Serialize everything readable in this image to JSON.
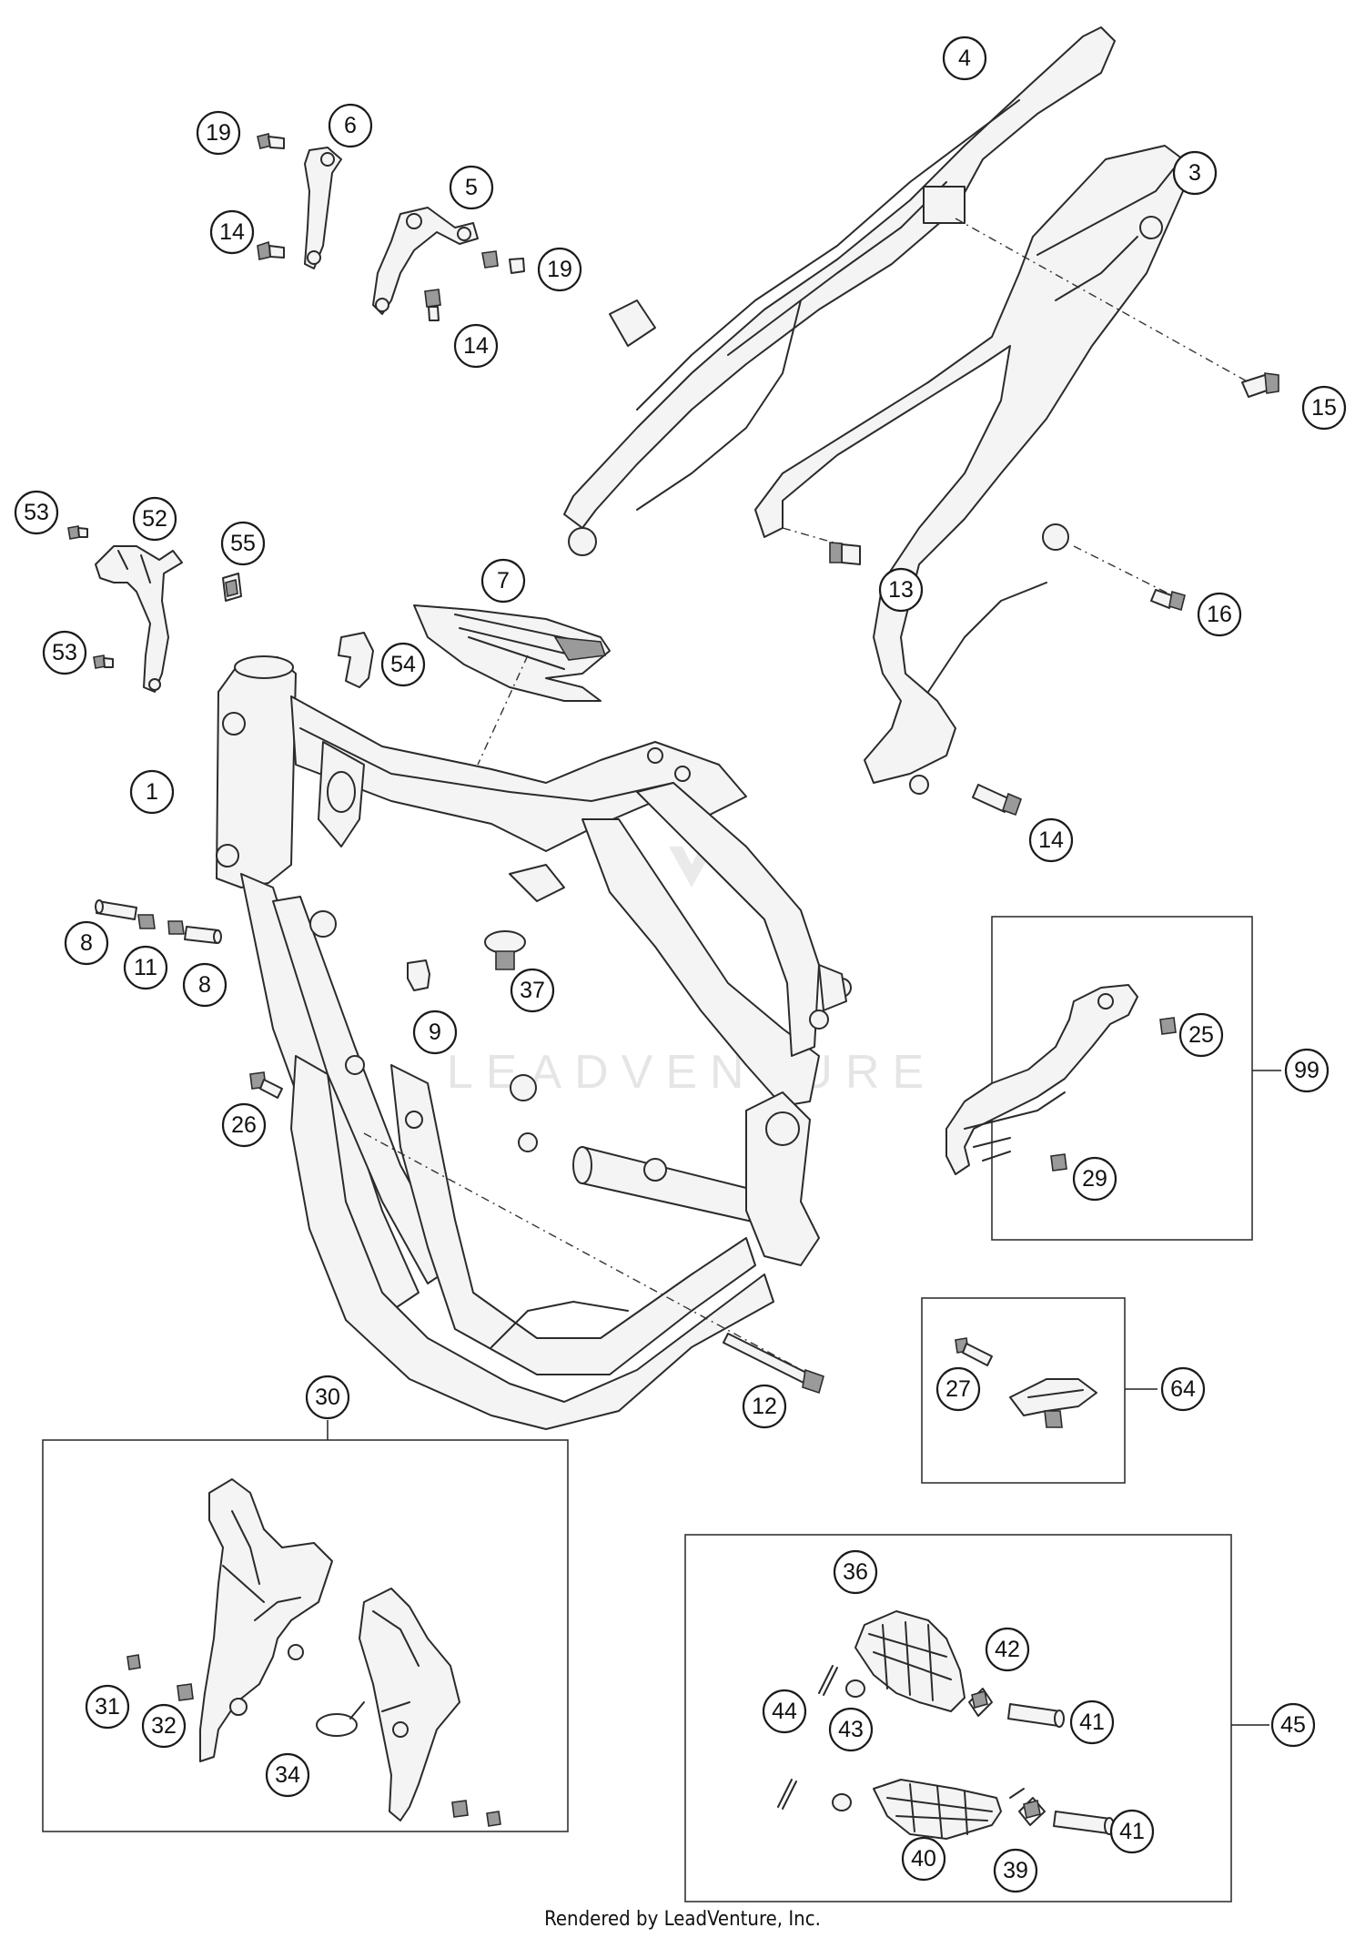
{
  "diagram": {
    "callouts": [
      {
        "id": "c4",
        "label": "4"
      },
      {
        "id": "c3",
        "label": "3"
      },
      {
        "id": "c19a",
        "label": "19"
      },
      {
        "id": "c6",
        "label": "6"
      },
      {
        "id": "c5",
        "label": "5"
      },
      {
        "id": "c14a",
        "label": "14"
      },
      {
        "id": "c19b",
        "label": "19"
      },
      {
        "id": "c14b",
        "label": "14"
      },
      {
        "id": "c15",
        "label": "15"
      },
      {
        "id": "c53a",
        "label": "53"
      },
      {
        "id": "c52",
        "label": "52"
      },
      {
        "id": "c55",
        "label": "55"
      },
      {
        "id": "c7",
        "label": "7"
      },
      {
        "id": "c53b",
        "label": "53"
      },
      {
        "id": "c54",
        "label": "54"
      },
      {
        "id": "c13",
        "label": "13"
      },
      {
        "id": "c16",
        "label": "16"
      },
      {
        "id": "c1",
        "label": "1"
      },
      {
        "id": "c14c",
        "label": "14"
      },
      {
        "id": "c8a",
        "label": "8"
      },
      {
        "id": "c11",
        "label": "11"
      },
      {
        "id": "c8b",
        "label": "8"
      },
      {
        "id": "c37",
        "label": "37"
      },
      {
        "id": "c9",
        "label": "9"
      },
      {
        "id": "c25",
        "label": "25"
      },
      {
        "id": "c99",
        "label": "99"
      },
      {
        "id": "c26",
        "label": "26"
      },
      {
        "id": "c29",
        "label": "29"
      },
      {
        "id": "c27",
        "label": "27"
      },
      {
        "id": "c64",
        "label": "64"
      },
      {
        "id": "c12",
        "label": "12"
      },
      {
        "id": "c30",
        "label": "30"
      },
      {
        "id": "c36",
        "label": "36"
      },
      {
        "id": "c42",
        "label": "42"
      },
      {
        "id": "c44",
        "label": "44"
      },
      {
        "id": "c41a",
        "label": "41"
      },
      {
        "id": "c45",
        "label": "45"
      },
      {
        "id": "c43",
        "label": "43"
      },
      {
        "id": "c31",
        "label": "31"
      },
      {
        "id": "c32",
        "label": "32"
      },
      {
        "id": "c34",
        "label": "34"
      },
      {
        "id": "c41b",
        "label": "41"
      },
      {
        "id": "c40",
        "label": "40"
      },
      {
        "id": "c39",
        "label": "39"
      }
    ]
  },
  "watermark": "LEADVENTURE",
  "footer": "Rendered by LeadVenture, Inc."
}
